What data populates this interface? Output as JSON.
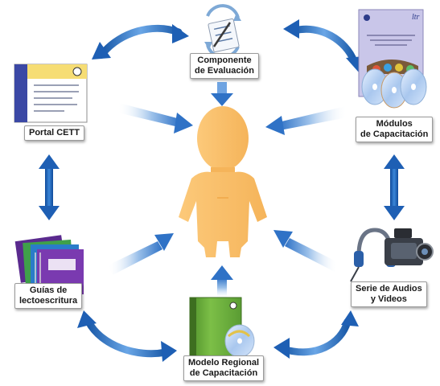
{
  "nodes": {
    "componente": {
      "line1": "Componente",
      "line2": "de Evaluación",
      "icon": "checklist-icon"
    },
    "portal": {
      "line1": "Portal CETT",
      "icon": "web-page-icon"
    },
    "modulos": {
      "line1": "Módulos",
      "line2": "de Capacitación",
      "icon": "cd-module-icon"
    },
    "guias": {
      "line1": "Guías de",
      "line2": "lectoescritura",
      "icon": "notebooks-icon"
    },
    "serie": {
      "line1": "Serie de Audios",
      "line2": "y Videos",
      "icon": "camera-headphones-icon"
    },
    "modelo": {
      "line1": "Modelo Regional",
      "line2": "de Capacitación",
      "icon": "book-cd-icon"
    }
  },
  "colors": {
    "person": "#fcc97a",
    "person_shadow": "#f2ad50",
    "arrow_dark": "#1e5fb4",
    "arrow_light": "#d7e6f7"
  }
}
